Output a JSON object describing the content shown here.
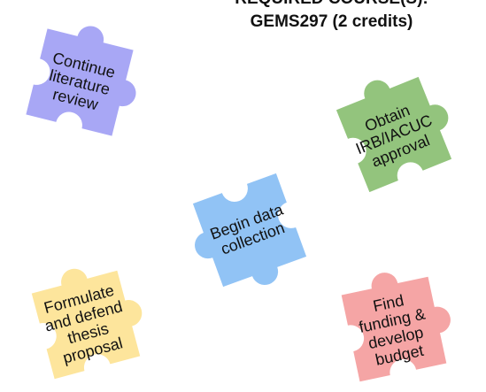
{
  "heading": {
    "line1": "REQUIRED COURSE(S):",
    "line2": "GEMS297 (2 credits)"
  },
  "pieces": [
    {
      "lines": [
        "Continue",
        "literature",
        "review"
      ],
      "color": "#a8a7f5"
    },
    {
      "lines": [
        "Obtain",
        "IRB/IACUC",
        "approval"
      ],
      "color": "#93c47d"
    },
    {
      "lines": [
        "Begin data",
        "collection"
      ],
      "color": "#91c3f5"
    },
    {
      "lines": [
        "Formulate",
        "and defend",
        "thesis",
        "proposal"
      ],
      "color": "#fde59c"
    },
    {
      "lines": [
        "Find",
        "funding &",
        "develop",
        "budget"
      ],
      "color": "#f5a5a5"
    }
  ]
}
